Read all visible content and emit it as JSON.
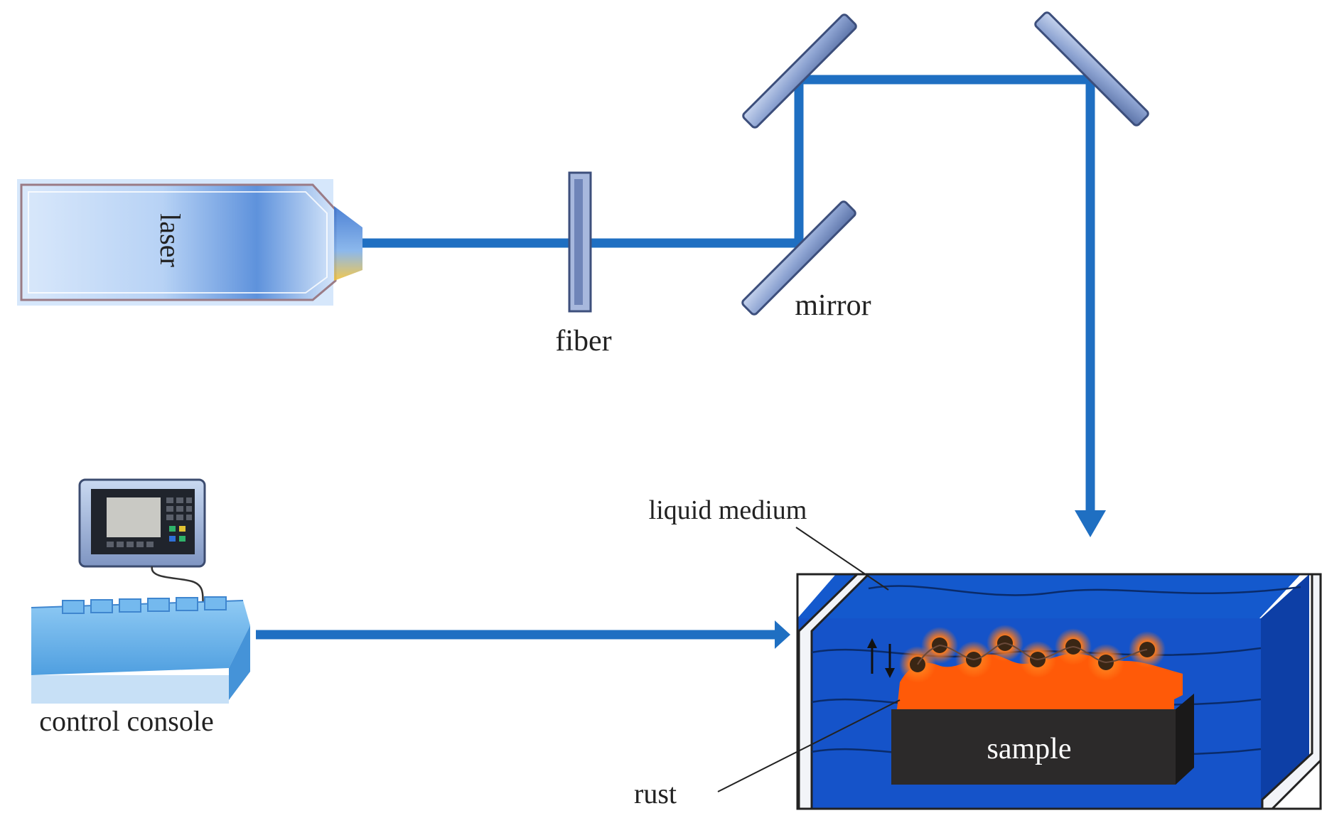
{
  "labels": {
    "laser": "laser",
    "fiber": "fiber",
    "mirror": "mirror",
    "control_console": "control console",
    "liquid_medium": "liquid medium",
    "sample": "sample",
    "rust": "rust"
  },
  "colors": {
    "beam": "#1f6fc2",
    "water_dark": "#1553c9",
    "water_side": "#0d3fa6",
    "rust": "#ff5a08",
    "sample": "#2c2a2a",
    "mirror": "#8fa3cf",
    "console": "#67b3ec"
  }
}
